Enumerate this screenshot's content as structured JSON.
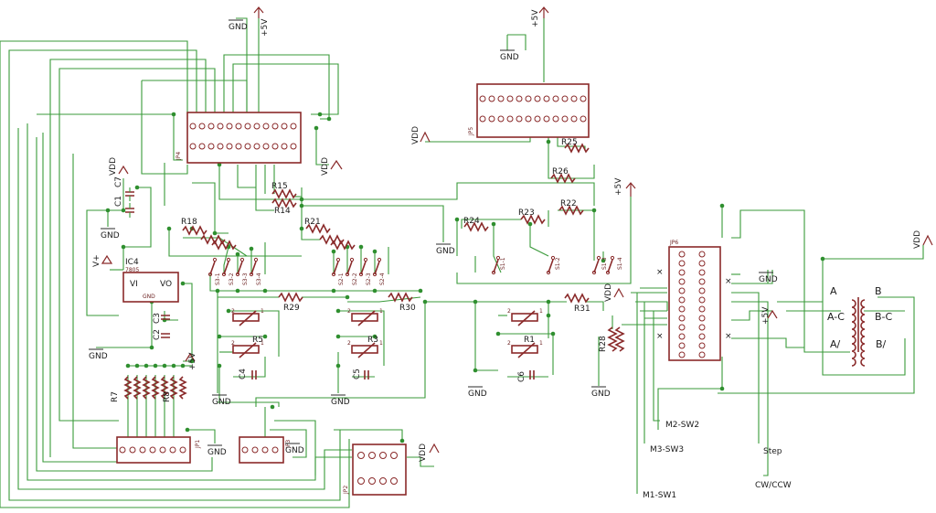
{
  "labels": {
    "gnd": "GND",
    "vdd": "VDD",
    "p5v": "+5V",
    "vplus": "V+",
    "jp1": "JP1",
    "jp2": "JP2",
    "jp3": "JP3",
    "jp4": "JP4",
    "jp5": "JP5",
    "jp6": "JP6",
    "ic4": "IC4",
    "ic4_part": "7805",
    "ic_vi": "VI",
    "ic_vo": "VO",
    "ic_gnd": "GND",
    "c1": "C1",
    "c2": "C2",
    "c3": "C3",
    "c4": "C4",
    "c5": "C5",
    "c6": "C6",
    "c7": "C7",
    "r1": "R1",
    "r3": "R3",
    "r5": "R5",
    "r7": "R7",
    "r8": "R8",
    "r14": "R14",
    "r15": "R15",
    "r18": "R18",
    "r21": "R21",
    "r22": "R22",
    "r23": "R23",
    "r24": "R24",
    "r25": "R25",
    "r26": "R26",
    "r29": "R29",
    "r30": "R30",
    "r31": "R31",
    "r28": "R28",
    "s1_1": "S1-1",
    "s1_2": "S1-2",
    "s1_3": "S1-3",
    "s1_4": "S1-4",
    "s2_1": "S2-1",
    "s2_2": "S2-2",
    "s2_3": "S2-3",
    "s2_4": "S2-4",
    "s3_1": "S3-1",
    "s3_2": "S3-2",
    "s3_3": "S3-3",
    "s3_4": "S3-4",
    "coil_a": "A",
    "coil_b": "B",
    "coil_ac": "A-C",
    "coil_bc": "B-C",
    "coil_anot": "A/",
    "coil_bnot": "B/",
    "m1": "M1-SW1",
    "m2": "M2-SW2",
    "m3": "M3-SW3",
    "step": "Step",
    "cwccw": "CW/CCW"
  }
}
